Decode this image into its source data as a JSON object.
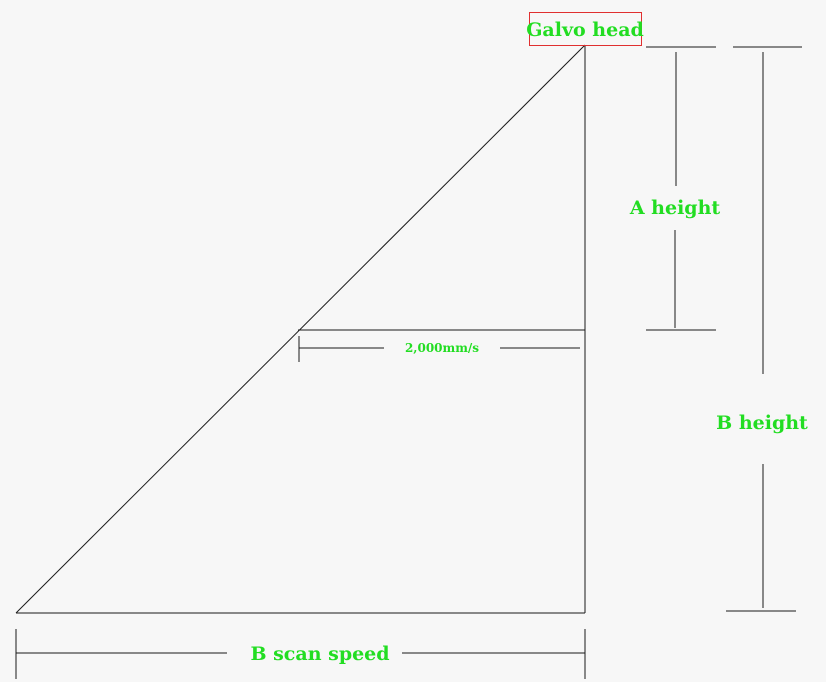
{
  "labels": {
    "galvo_head": "Galvo head",
    "a_height": "A height",
    "b_height": "B height",
    "speed": "2,000mm/s",
    "b_scan_speed": "B scan speed"
  },
  "colors": {
    "background": "#f7f7f7",
    "line": "#1a1a1a",
    "label": "#22dd22",
    "box": "#e03030"
  }
}
